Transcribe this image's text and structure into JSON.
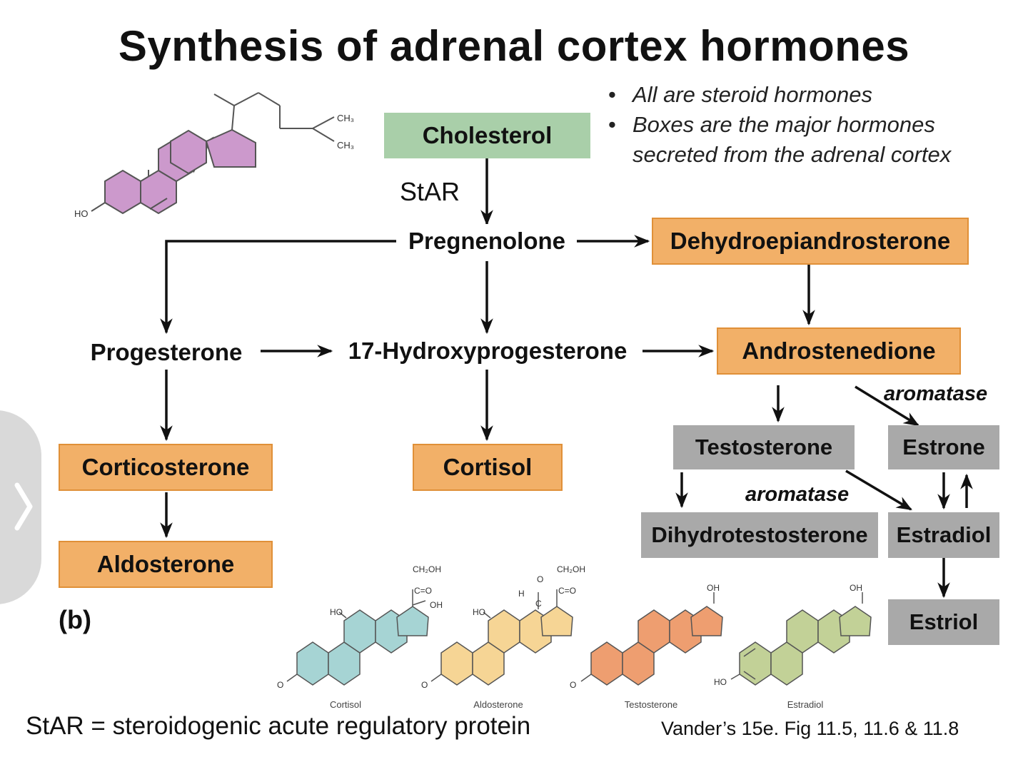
{
  "title": "Synthesis of adrenal cortex hormones",
  "bullets": [
    "All are steroid hormones",
    "Boxes are the major hormones",
    "secreted from the adrenal cortex"
  ],
  "nodes": {
    "cholesterol": "Cholesterol",
    "pregnenolone": "Pregnenolone",
    "dhea": "Dehydroepiandrosterone",
    "progesterone": "Progesterone",
    "hydroxyprogesterone": "17-Hydroxyprogesterone",
    "androstenedione": "Androstenedione",
    "corticosterone": "Corticosterone",
    "cortisol": "Cortisol",
    "aldosterone": "Aldosterone",
    "testosterone": "Testosterone",
    "estrone": "Estrone",
    "dihydrotestosterone": "Dihydrotestosterone",
    "estradiol": "Estradiol",
    "estriol": "Estriol"
  },
  "labels": {
    "star": "StAR",
    "aromatase_1": "aromatase",
    "aromatase_2": "aromatase",
    "panel": "(b)"
  },
  "molecules": {
    "cholesterol_ho": "HO",
    "cholesterol_ch3_a": "CH₃",
    "cholesterol_ch3_b": "CH₃",
    "captions": [
      "Cortisol",
      "Aldosterone",
      "Testosterone",
      "Estradiol"
    ],
    "cortisol_ch2oh": "CH₂OH",
    "cortisol_co": "C=O",
    "cortisol_oh": "OH",
    "cortisol_ho": "HO",
    "cortisol_o": "O",
    "aldosterone_ch2oh": "CH₂OH",
    "aldosterone_co": "C=O",
    "aldosterone_o_top": "O",
    "aldosterone_h": "H",
    "aldosterone_c": "C",
    "aldosterone_ho": "HO",
    "aldosterone_o": "O",
    "testosterone_oh": "OH",
    "testosterone_o": "O",
    "estradiol_oh": "OH",
    "estradiol_ho": "HO"
  },
  "footer": {
    "definition": "StAR = steroidogenic acute regulatory protein",
    "citation": "Vander’s 15e. Fig 11.5, 11.6 & 11.8"
  },
  "colors": {
    "green_box": "#a9cfa9",
    "orange_box": "#f2b068",
    "gray_box": "#a9a9a9",
    "cholesterol_mol": "#cc99cc",
    "cortisol_mol": "#a6d4d4",
    "aldosterone_mol": "#f6d595",
    "testosterone_mol": "#ee9e70",
    "estradiol_mol": "#c2d197"
  }
}
